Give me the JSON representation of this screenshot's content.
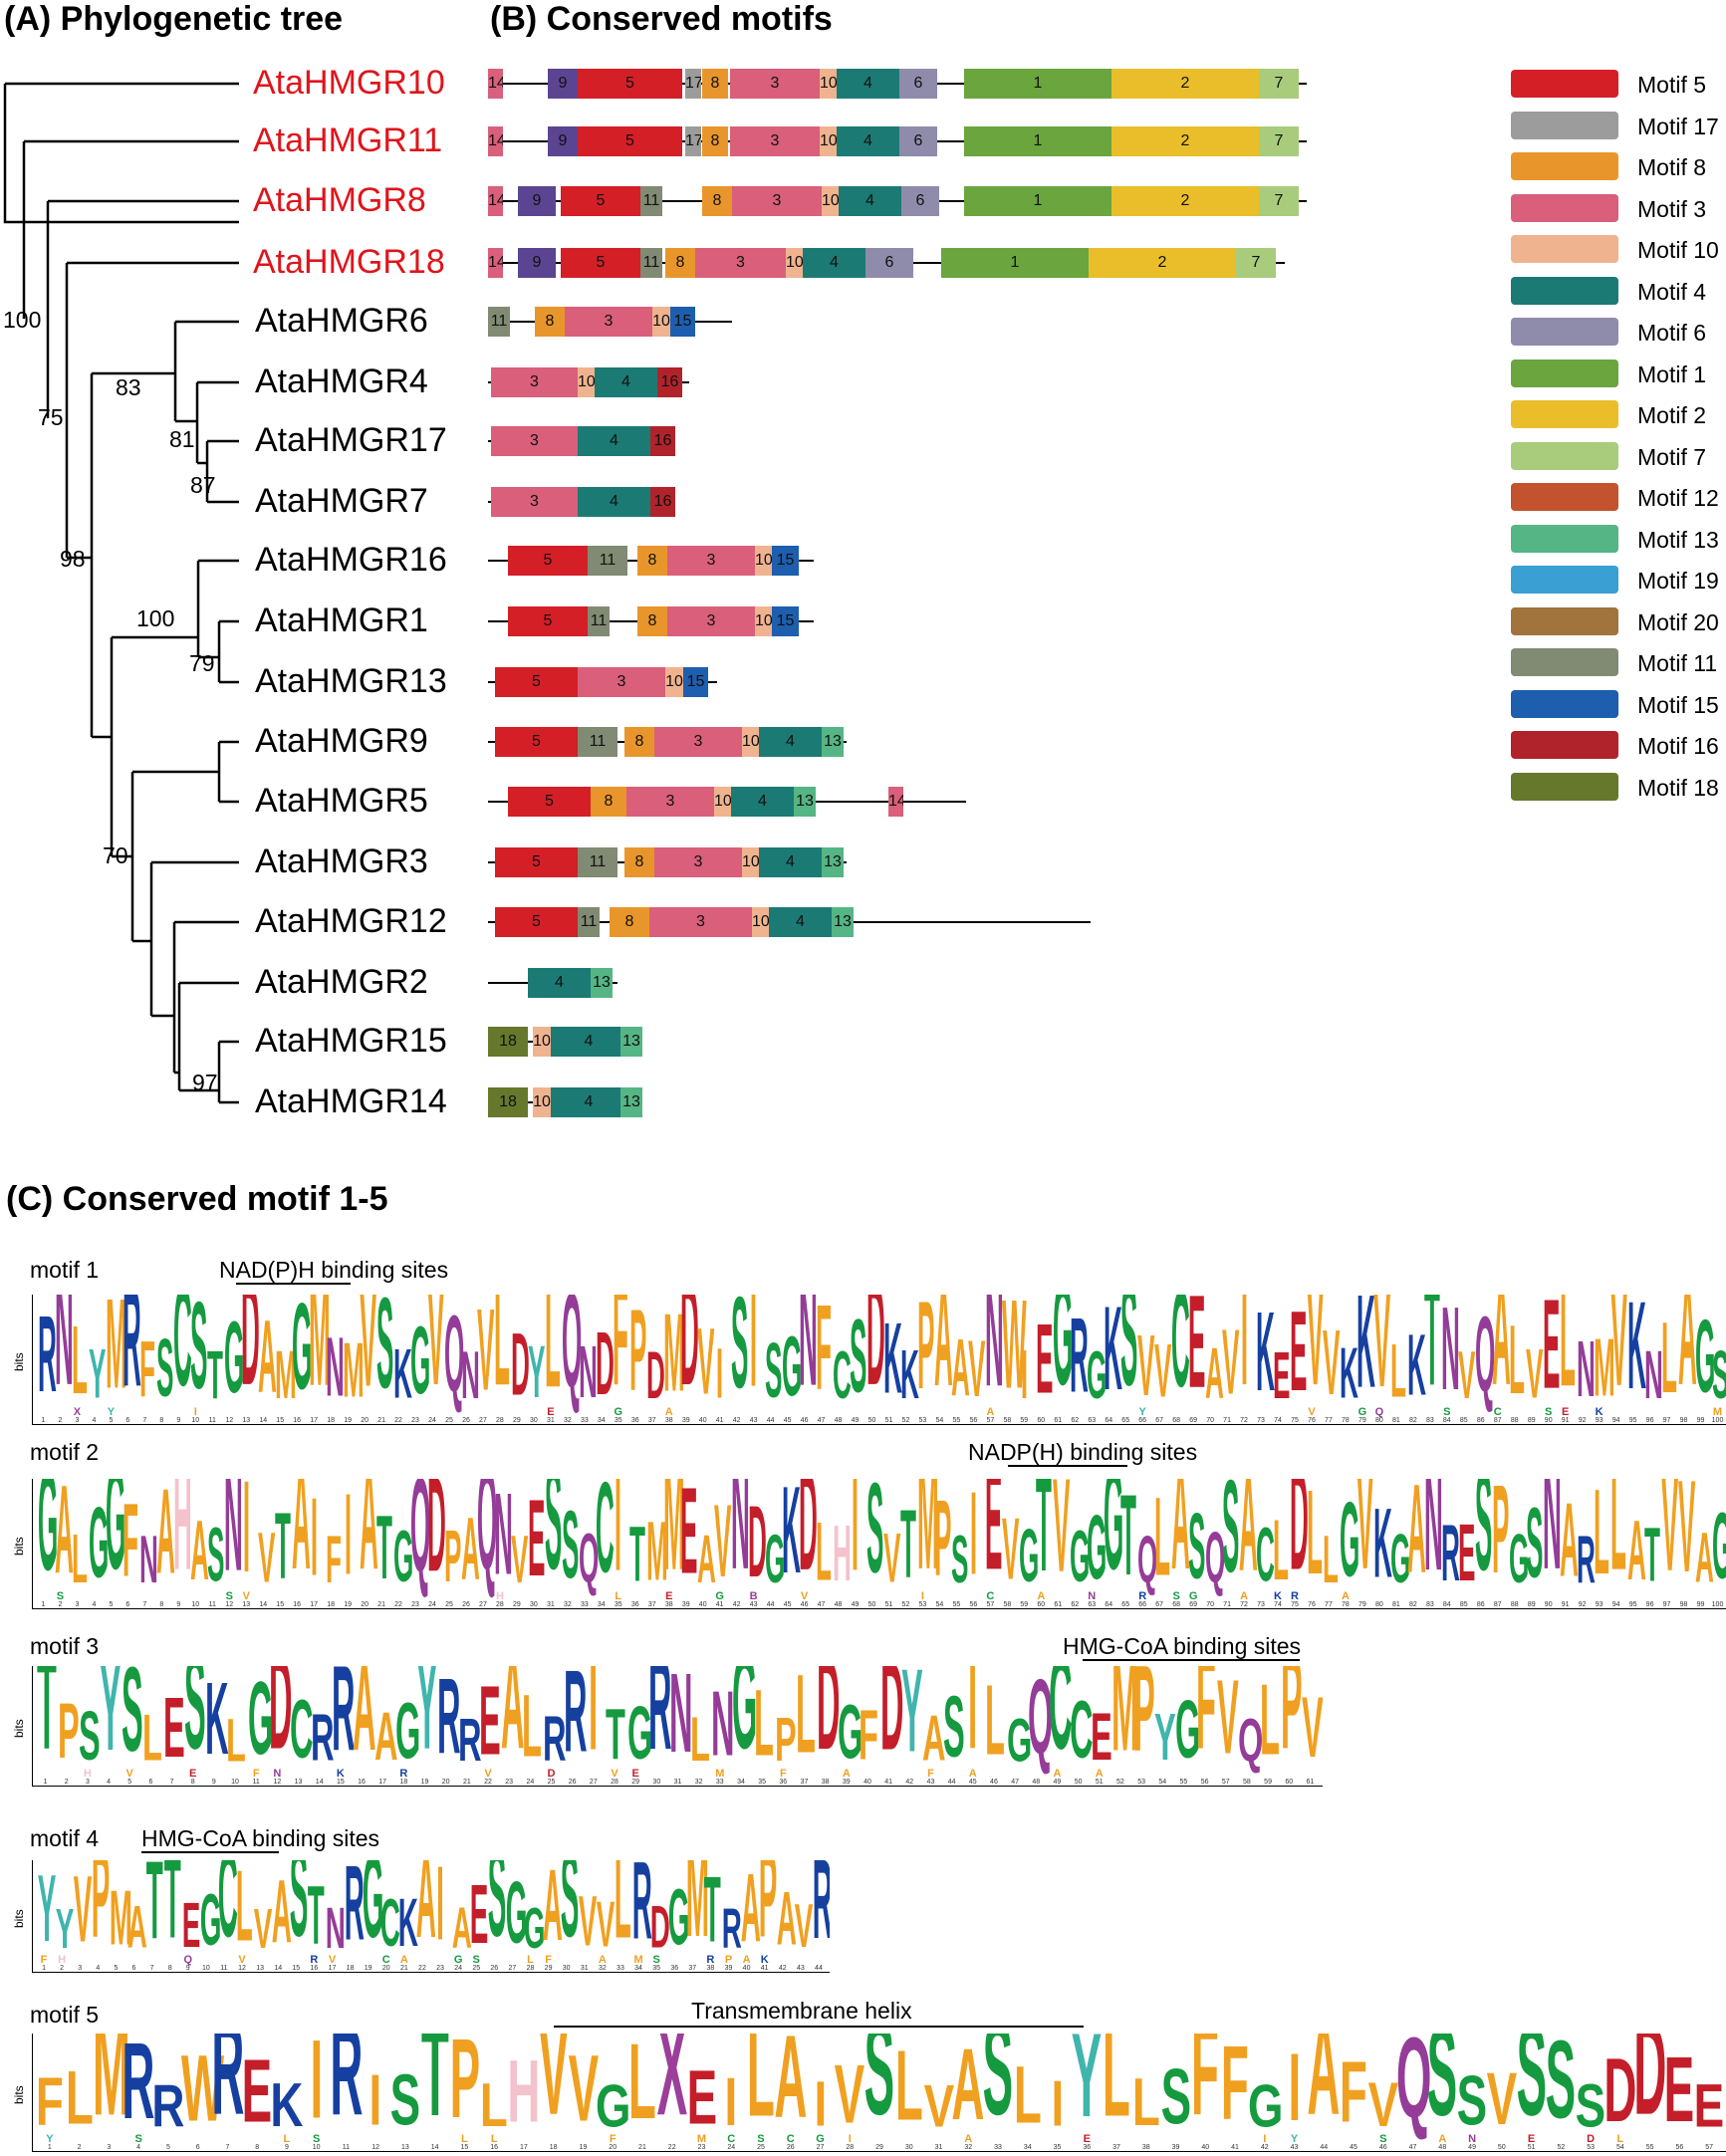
{
  "panels": {
    "a_title": "(A) Phylogenetic tree",
    "b_title": "(B) Conserved motifs",
    "c_title": "(C) Conserved motif 1-5"
  },
  "colors": {
    "highlight_gene": "#e0141b",
    "motif5": "#d41f27",
    "motif17": "#9c9c9c",
    "motif8": "#e8962b",
    "motif3": "#d95f7b",
    "motif10": "#efb38f",
    "motif4": "#1c7a74",
    "motif6": "#8f8bab",
    "motif1": "#6aa53e",
    "motif2": "#e9be2a",
    "motif7": "#a8cc7c",
    "motif12": "#c2532e",
    "motif13": "#55b585",
    "motif19": "#3a9fd3",
    "motif20": "#a1733d",
    "motif11": "#818a73",
    "motif15": "#1d5eae",
    "motif16": "#b0232a",
    "motif18": "#66782c",
    "motif14": "#d95f7b",
    "motif9": "#5b4592"
  },
  "genes": [
    {
      "name": "AtaHMGR10",
      "highlight": true
    },
    {
      "name": "AtaHMGR11",
      "highlight": true
    },
    {
      "name": "AtaHMGR8",
      "highlight": true
    },
    {
      "name": "AtaHMGR18",
      "highlight": true
    },
    {
      "name": "AtaHMGR6",
      "highlight": false
    },
    {
      "name": "AtaHMGR4",
      "highlight": false
    },
    {
      "name": "AtaHMGR17",
      "highlight": false
    },
    {
      "name": "AtaHMGR7",
      "highlight": false
    },
    {
      "name": "AtaHMGR16",
      "highlight": false
    },
    {
      "name": "AtaHMGR1",
      "highlight": false
    },
    {
      "name": "AtaHMGR13",
      "highlight": false
    },
    {
      "name": "AtaHMGR9",
      "highlight": false
    },
    {
      "name": "AtaHMGR5",
      "highlight": false
    },
    {
      "name": "AtaHMGR3",
      "highlight": false
    },
    {
      "name": "AtaHMGR12",
      "highlight": false
    },
    {
      "name": "AtaHMGR2",
      "highlight": false
    },
    {
      "name": "AtaHMGR15",
      "highlight": false
    },
    {
      "name": "AtaHMGR14",
      "highlight": false
    }
  ],
  "bootstrap": [
    "100",
    "75",
    "83",
    "81",
    "87",
    "98",
    "100",
    "79",
    "70",
    "97"
  ],
  "motif_rows": [
    {
      "len": 822,
      "motifs": [
        [
          0,
          15,
          "14"
        ],
        [
          60,
          30,
          "9"
        ],
        [
          90,
          105,
          "5"
        ],
        [
          198,
          16,
          "17"
        ],
        [
          215,
          26,
          "8"
        ],
        [
          243,
          90,
          "3"
        ],
        [
          333,
          17,
          "10"
        ],
        [
          350,
          63,
          "4"
        ],
        [
          413,
          38,
          "6"
        ],
        [
          478,
          148,
          "1"
        ],
        [
          626,
          148,
          "2"
        ],
        [
          774,
          40,
          "7"
        ]
      ]
    },
    {
      "len": 822,
      "motifs": [
        [
          0,
          15,
          "14"
        ],
        [
          60,
          30,
          "9"
        ],
        [
          90,
          105,
          "5"
        ],
        [
          198,
          16,
          "17"
        ],
        [
          215,
          26,
          "8"
        ],
        [
          243,
          90,
          "3"
        ],
        [
          333,
          17,
          "10"
        ],
        [
          350,
          63,
          "4"
        ],
        [
          413,
          38,
          "6"
        ],
        [
          478,
          148,
          "1"
        ],
        [
          626,
          148,
          "2"
        ],
        [
          774,
          40,
          "7"
        ]
      ]
    },
    {
      "len": 822,
      "motifs": [
        [
          0,
          15,
          "14"
        ],
        [
          30,
          38,
          "9"
        ],
        [
          73,
          80,
          "5"
        ],
        [
          153,
          22,
          "11"
        ],
        [
          215,
          30,
          "8"
        ],
        [
          245,
          90,
          "3"
        ],
        [
          335,
          17,
          "10"
        ],
        [
          352,
          63,
          "4"
        ],
        [
          415,
          38,
          "6"
        ],
        [
          478,
          148,
          "1"
        ],
        [
          626,
          148,
          "2"
        ],
        [
          774,
          40,
          "7"
        ]
      ]
    },
    {
      "len": 800,
      "motifs": [
        [
          0,
          15,
          "14"
        ],
        [
          30,
          38,
          "9"
        ],
        [
          73,
          80,
          "5"
        ],
        [
          153,
          22,
          "11"
        ],
        [
          178,
          30,
          "8"
        ],
        [
          208,
          91,
          "3"
        ],
        [
          299,
          17,
          "10"
        ],
        [
          316,
          63,
          "4"
        ],
        [
          379,
          48,
          "6"
        ],
        [
          455,
          148,
          "1"
        ],
        [
          603,
          148,
          "2"
        ],
        [
          751,
          40,
          "7"
        ]
      ]
    },
    {
      "len": 245,
      "motifs": [
        [
          0,
          22,
          "11"
        ],
        [
          47,
          30,
          "8"
        ],
        [
          77,
          88,
          "3"
        ],
        [
          165,
          18,
          "10"
        ],
        [
          183,
          25,
          "15"
        ]
      ]
    },
    {
      "len": 202,
      "motifs": [
        [
          3,
          87,
          "3"
        ],
        [
          90,
          17,
          "10"
        ],
        [
          107,
          63,
          "4"
        ],
        [
          170,
          25,
          "16"
        ]
      ]
    },
    {
      "len": 187,
      "motifs": [
        [
          3,
          87,
          "3"
        ],
        [
          90,
          73,
          "4"
        ],
        [
          163,
          25,
          "16"
        ]
      ]
    },
    {
      "len": 187,
      "motifs": [
        [
          3,
          87,
          "3"
        ],
        [
          90,
          73,
          "4"
        ],
        [
          163,
          25,
          "16"
        ]
      ]
    },
    {
      "len": 327,
      "motifs": [
        [
          20,
          80,
          "5"
        ],
        [
          100,
          40,
          "11"
        ],
        [
          150,
          30,
          "8"
        ],
        [
          180,
          88,
          "3"
        ],
        [
          268,
          17,
          "10"
        ],
        [
          285,
          27,
          "15"
        ]
      ]
    },
    {
      "len": 327,
      "motifs": [
        [
          20,
          80,
          "5"
        ],
        [
          100,
          22,
          "11"
        ],
        [
          150,
          30,
          "8"
        ],
        [
          180,
          88,
          "3"
        ],
        [
          268,
          17,
          "10"
        ],
        [
          285,
          27,
          "15"
        ]
      ]
    },
    {
      "len": 230,
      "motifs": [
        [
          7,
          83,
          "5"
        ],
        [
          90,
          88,
          "3"
        ],
        [
          178,
          18,
          "10"
        ],
        [
          196,
          25,
          "15"
        ]
      ]
    },
    {
      "len": 360,
      "motifs": [
        [
          7,
          83,
          "5"
        ],
        [
          90,
          40,
          "11"
        ],
        [
          137,
          30,
          "8"
        ],
        [
          167,
          88,
          "3"
        ],
        [
          255,
          17,
          "10"
        ],
        [
          272,
          63,
          "4"
        ],
        [
          335,
          22,
          "13"
        ]
      ]
    },
    {
      "len": 480,
      "motifs": [
        [
          20,
          83,
          "5"
        ],
        [
          103,
          36,
          "8"
        ],
        [
          139,
          88,
          "3"
        ],
        [
          227,
          17,
          "10"
        ],
        [
          244,
          63,
          "4"
        ],
        [
          307,
          22,
          "13"
        ],
        [
          402,
          15,
          "14"
        ]
      ]
    },
    {
      "len": 360,
      "motifs": [
        [
          7,
          83,
          "5"
        ],
        [
          90,
          40,
          "11"
        ],
        [
          137,
          30,
          "8"
        ],
        [
          167,
          88,
          "3"
        ],
        [
          255,
          17,
          "10"
        ],
        [
          272,
          63,
          "4"
        ],
        [
          335,
          22,
          "13"
        ]
      ]
    },
    {
      "len": 605,
      "motifs": [
        [
          7,
          83,
          "5"
        ],
        [
          90,
          22,
          "11"
        ],
        [
          122,
          40,
          "8"
        ],
        [
          162,
          103,
          "3"
        ],
        [
          265,
          17,
          "10"
        ],
        [
          282,
          63,
          "4"
        ],
        [
          345,
          22,
          "13"
        ]
      ]
    },
    {
      "len": 130,
      "motifs": [
        [
          40,
          63,
          "4"
        ],
        [
          103,
          22,
          "13"
        ]
      ]
    },
    {
      "len": 155,
      "motifs": [
        [
          0,
          40,
          "18"
        ],
        [
          45,
          18,
          "10"
        ],
        [
          63,
          76,
          "4"
        ],
        [
          133,
          22,
          "13"
        ]
      ]
    },
    {
      "len": 155,
      "motifs": [
        [
          0,
          40,
          "18"
        ],
        [
          45,
          18,
          "10"
        ],
        [
          63,
          76,
          "4"
        ],
        [
          133,
          22,
          "13"
        ]
      ]
    }
  ],
  "legend": [
    {
      "key": "motif5",
      "label": "Motif 5"
    },
    {
      "key": "motif17",
      "label": "Motif 17"
    },
    {
      "key": "motif8",
      "label": "Motif 8"
    },
    {
      "key": "motif3",
      "label": "Motif 3"
    },
    {
      "key": "motif10",
      "label": "Motif 10"
    },
    {
      "key": "motif4",
      "label": "Motif 4"
    },
    {
      "key": "motif6",
      "label": "Motif 6"
    },
    {
      "key": "motif1",
      "label": "Motif 1"
    },
    {
      "key": "motif2",
      "label": "Motif 2"
    },
    {
      "key": "motif7",
      "label": "Motif 7"
    },
    {
      "key": "motif12",
      "label": "Motif 12"
    },
    {
      "key": "motif13",
      "label": "Motif 13"
    },
    {
      "key": "motif19",
      "label": "Motif 19"
    },
    {
      "key": "motif20",
      "label": "Motif 20"
    },
    {
      "key": "motif11",
      "label": "Motif 11"
    },
    {
      "key": "motif15",
      "label": "Motif 15"
    },
    {
      "key": "motif16",
      "label": "Motif 16"
    },
    {
      "key": "motif18",
      "label": "Motif 18"
    }
  ],
  "logos": [
    {
      "name": "motif 1",
      "annotation": "NAD(P)H binding sites",
      "axis_label": "bits",
      "sequence": "RNLYMRFSCSTGDAMGMNMVSKGVQNVLDYLQNDFPDMDVISISGNFCSDKKPAAVNWIEGRGKSVVCEAVIKEEVVKKVLKTNVQALVELNMVKNLAGS",
      "secondary": "  X Y    I                    E   G  A                  A        Y         V  GQ   S  C  SE K      M   "
    },
    {
      "name": "motif 2",
      "annotation": "NADP(H) binding sites",
      "axis_label": "bits",
      "sequence": "GALGGFNAHASNIVTAIFIATGQDPAQNVESSQCITMMEAVNDGKDLHISVTMPSIEVGTVGGGTQLASQSACLDLLGVKGANRESPGSNARLLATVVAG",
      "secondary": " S         SV              H      L  E  G B  V      I   C  A  N  R SG  A KR  A                      "
    },
    {
      "name": "motif 3",
      "annotation": "HMG-CoA binding sites",
      "axis_label": "bits",
      "sequence": "TPSYSLESKLGDCRRAAGYRREALRRITGRNLNGLPLDGFDYASILGQCCEMPYGFVQLPV",
      "secondary": "  H V  E  FN  K  R   V  D  VE   M  F  A   F A   A A"
    },
    {
      "name": "motif 4",
      "annotation": "HMG-CoA binding sites",
      "axis_label": "bits",
      "sequence": "YYVPMATTEGCLVASTNRGCKAIAESGGASVVLRDGMTRAPAVR",
      "secondary": "FH      Q  V   RV  CA  GS  LF  A MS  RPAK"
    },
    {
      "name": "motif 5",
      "annotation": "Transmembrane helix",
      "axis_label": "bits",
      "sequence": "FLMRRWREKIRISTPLHVVGLXEILAIVSLVASLIYLLSFFGIAFVQSSVSSSDDEE",
      "secondary": "Y  S    LS    LL   F  MCSCGI   A   E     IY  S AN E DL "
    }
  ]
}
